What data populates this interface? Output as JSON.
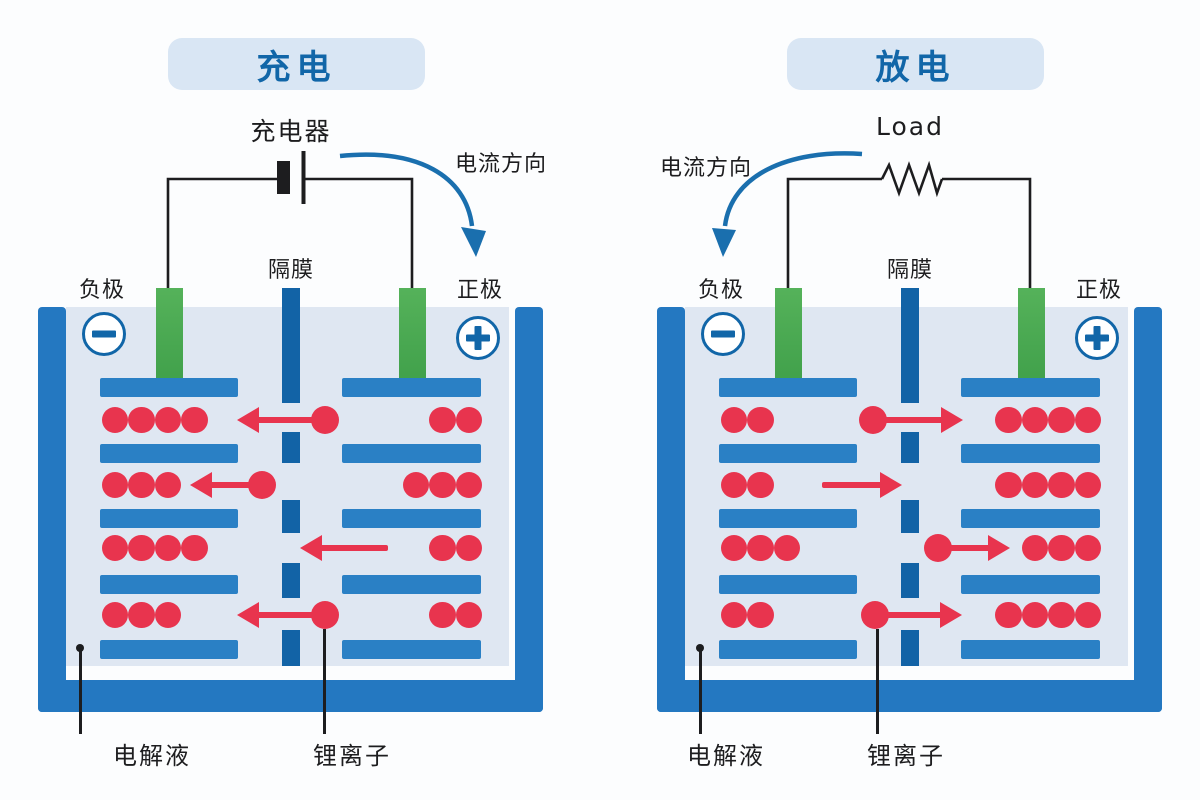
{
  "colors": {
    "background": "#fcfdfe",
    "frame_blue": "#2478c1",
    "bar_blue": "#2a80c5",
    "separator_blue": "#1263a6",
    "interior_blue": "#dfe7f2",
    "green": "#41a14b",
    "green_light": "#55b25a",
    "ion_red": "#e8344e",
    "title_blue": "#1166a8",
    "title_bg": "#d9e6f4",
    "flow_blue": "#1a6fae",
    "line_black": "#1d1d1f"
  },
  "panels": [
    {
      "id": "charging",
      "title": "充电",
      "source_label": "充电器",
      "source_type": "battery-symbol",
      "current_direction_label": "电流方向",
      "negative_label": "负极",
      "positive_label": "正极",
      "negative_symbol": "−",
      "positive_symbol": "+",
      "separator_label": "隔膜",
      "electrolyte_label": "电解液",
      "lithium_ion_label": "锂离子",
      "ion_flow": "right-to-left",
      "rows": [
        {
          "negative_ions": 4,
          "positive_ions": 2,
          "mover": "circle-arrow"
        },
        {
          "negative_ions": 3,
          "positive_ions": 3,
          "mover": "circle-arrow"
        },
        {
          "negative_ions": 4,
          "positive_ions": 2,
          "mover": "arrow-only"
        },
        {
          "negative_ions": 3,
          "positive_ions": 2,
          "mover": "circle-arrow-labeled"
        }
      ]
    },
    {
      "id": "discharging",
      "title": "放电",
      "source_label": "Load",
      "source_type": "resistor",
      "current_direction_label": "电流方向",
      "negative_label": "负极",
      "positive_label": "正极",
      "negative_symbol": "−",
      "positive_symbol": "+",
      "separator_label": "隔膜",
      "electrolyte_label": "电解液",
      "lithium_ion_label": "锂离子",
      "ion_flow": "left-to-right",
      "rows": [
        {
          "negative_ions": 2,
          "positive_ions": 4,
          "mover": "circle-arrow"
        },
        {
          "negative_ions": 2,
          "positive_ions": 4,
          "mover": "arrow-only"
        },
        {
          "negative_ions": 3,
          "positive_ions": 3,
          "mover": "circle-arrow"
        },
        {
          "negative_ions": 2,
          "positive_ions": 4,
          "mover": "circle-arrow-labeled"
        }
      ]
    }
  ]
}
